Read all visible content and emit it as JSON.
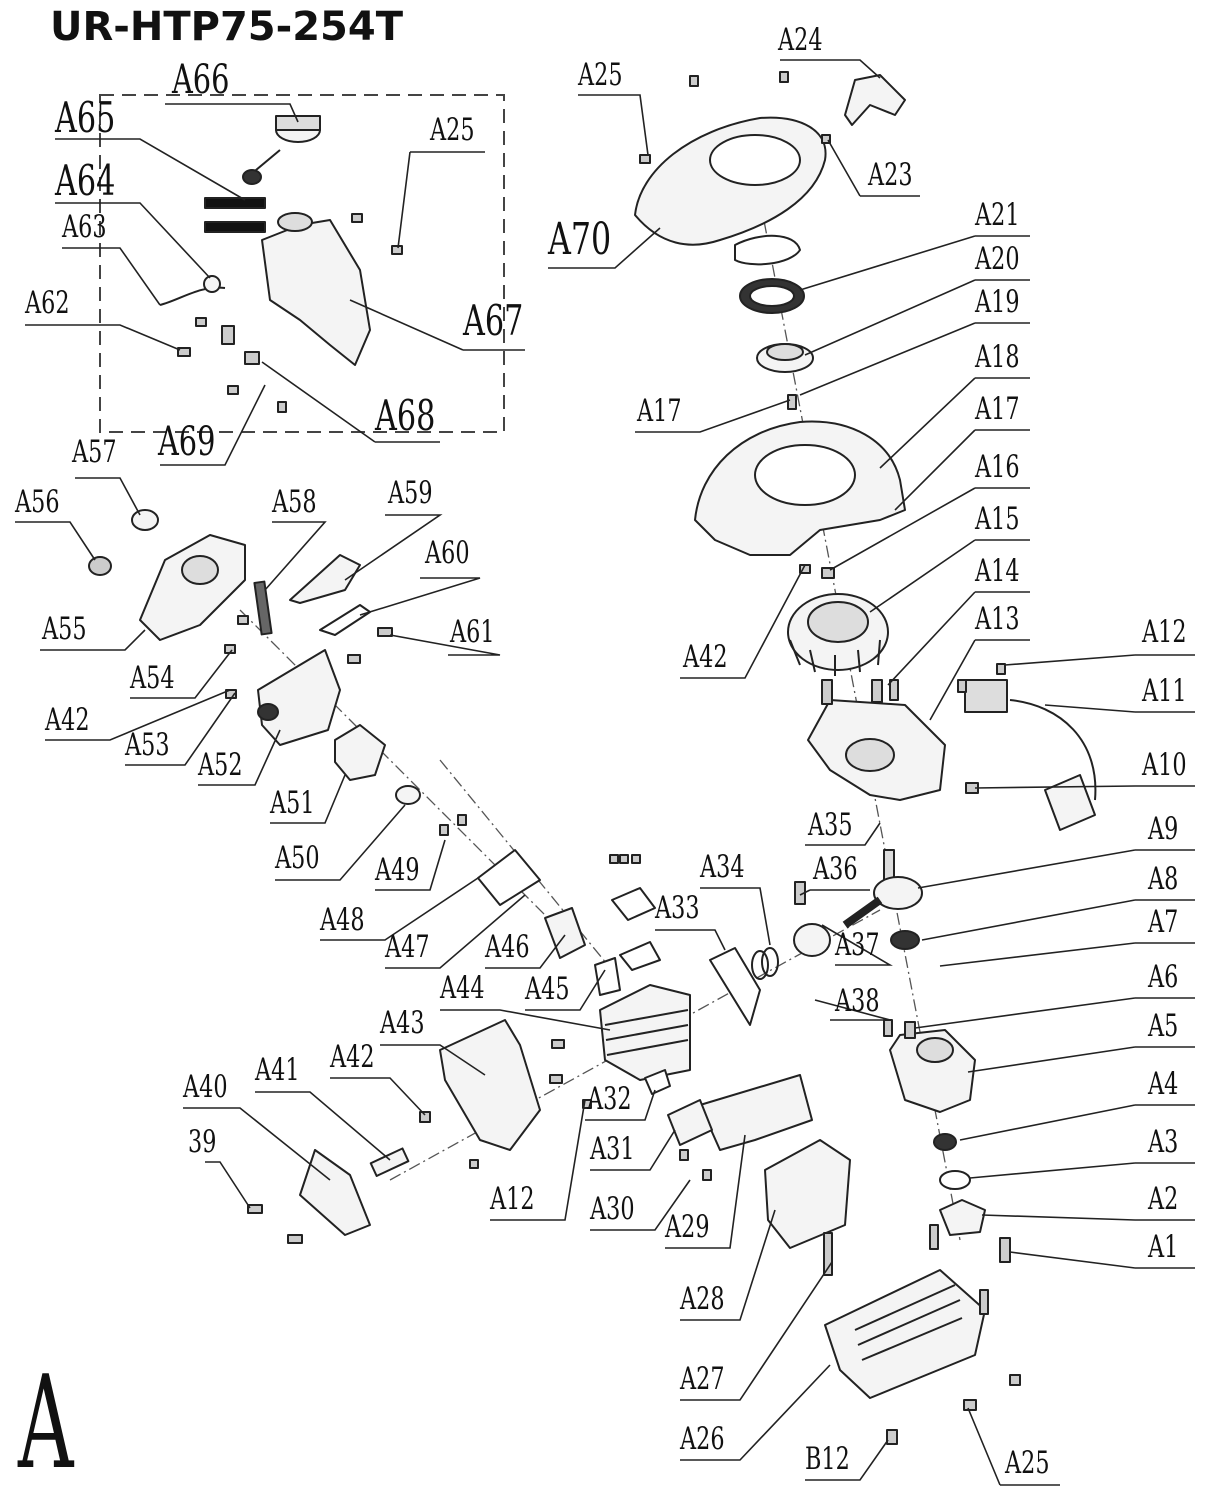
{
  "title": "UR-HTP75-254T",
  "section": "A",
  "labels": {
    "A1": "A1",
    "A2": "A2",
    "A3": "A3",
    "A4": "A4",
    "A5": "A5",
    "A6": "A6",
    "A7": "A7",
    "A8": "A8",
    "A9": "A9",
    "A10": "A10",
    "A11": "A11",
    "A12a": "A12",
    "A12b": "A12",
    "A13": "A13",
    "A14": "A14",
    "A15": "A15",
    "A16": "A16",
    "A17a": "A17",
    "A17b": "A17",
    "A18": "A18",
    "A19": "A19",
    "A20": "A20",
    "A21": "A21",
    "A23": "A23",
    "A24": "A24",
    "A25a": "A25",
    "A25b": "A25",
    "A25c": "A25",
    "A26": "A26",
    "A27": "A27",
    "A28": "A28",
    "A29": "A29",
    "A30": "A30",
    "A31": "A31",
    "A32": "A32",
    "A33": "A33",
    "A34": "A34",
    "A35": "A35",
    "A36": "A36",
    "A37": "A37",
    "A38": "A38",
    "A39": "39",
    "A40": "A40",
    "A41": "A41",
    "A42a": "A42",
    "A42b": "A42",
    "A42c": "A42",
    "A43": "A43",
    "A44": "A44",
    "A45": "A45",
    "A46": "A46",
    "A47": "A47",
    "A48": "A48",
    "A49": "A49",
    "A50": "A50",
    "A51": "A51",
    "A52": "A52",
    "A53": "A53",
    "A54": "A54",
    "A55": "A55",
    "A56": "A56",
    "A57": "A57",
    "A58": "A58",
    "A59": "A59",
    "A60": "A60",
    "A61": "A61",
    "A62": "A62",
    "A63": "A63",
    "A64": "A64",
    "A65": "A65",
    "A66": "A66",
    "A67": "A67",
    "A68": "A68",
    "A69": "A69",
    "A70": "A70",
    "B12": "B12"
  },
  "line_color": "#222222"
}
